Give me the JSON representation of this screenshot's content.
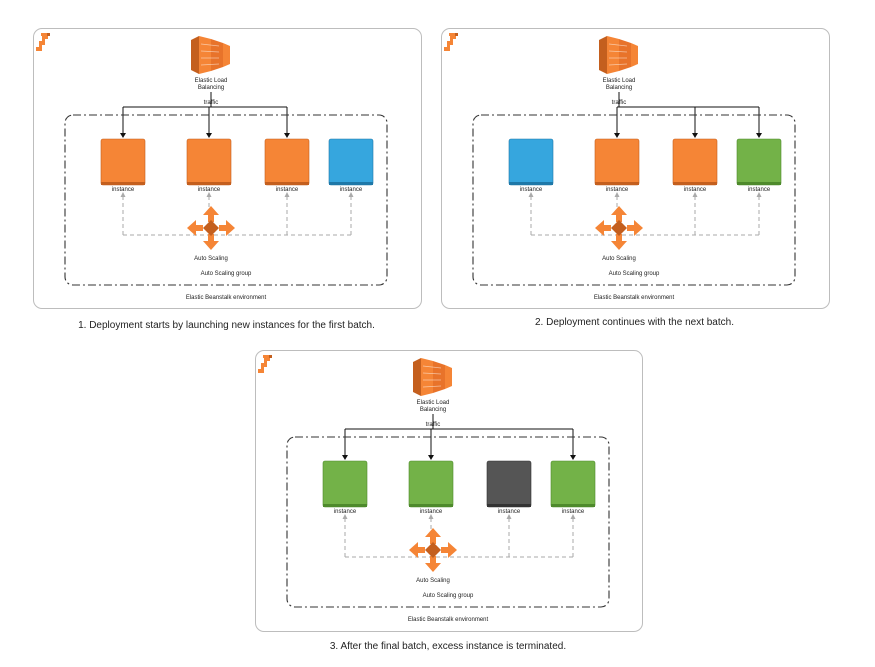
{
  "colors": {
    "orange": "#F58536",
    "orange_dark": "#C45F1E",
    "blue": "#36A6DE",
    "blue_dark": "#1E78A8",
    "green": "#73B248",
    "green_dark": "#4E8A2C",
    "gray": "#555555",
    "gray_dark": "#333333"
  },
  "labels": {
    "elb_line1": "Elastic Load",
    "elb_line2": "Balancing",
    "traffic": "traffic",
    "instance": "instance",
    "auto_scaling": "Auto Scaling",
    "asg": "Auto Scaling group",
    "env": "Elastic Beanstalk environment"
  },
  "diagrams": [
    {
      "caption": "1. Deployment starts by launching new instances for the first batch.",
      "instances": [
        "orange",
        "orange",
        "orange",
        "blue"
      ],
      "traffic_to": [
        0,
        1,
        2
      ]
    },
    {
      "caption": "2. Deployment continues with the next batch.",
      "instances": [
        "blue",
        "orange",
        "orange",
        "green"
      ],
      "traffic_to": [
        1,
        2,
        3
      ]
    },
    {
      "caption": "3. After the final batch, excess instance is terminated.",
      "instances": [
        "green",
        "green",
        "gray",
        "green"
      ],
      "traffic_to": [
        0,
        1,
        3
      ]
    }
  ]
}
